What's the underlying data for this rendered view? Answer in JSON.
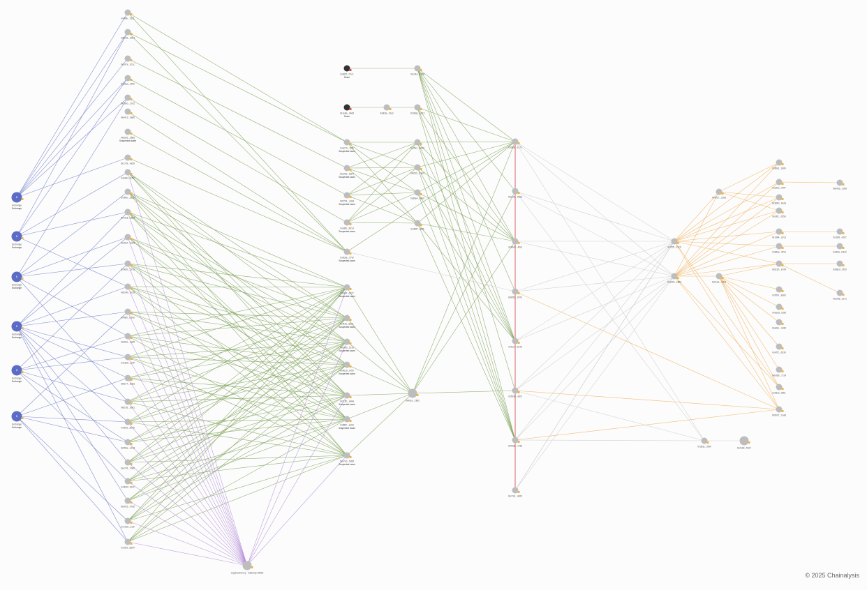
{
  "copyright": "© 2025 Chainalysis",
  "colors": {
    "background": "#fcfcfc",
    "node": "#bdbdbd",
    "exchange": "#5b6cc7",
    "scam": "#333333",
    "badge": "#f0b440",
    "risk_badge": "#d9534f",
    "edge_blue": "#6f7ec9",
    "edge_green": "#7fa35a",
    "edge_purple": "#b58ed9",
    "edge_orange": "#f2b25c",
    "edge_gray": "#cfcfcf",
    "edge_red": "#d84a4a"
  },
  "nodes": [
    {
      "id": "ex1",
      "label": "Exchange",
      "sub": "Exchange",
      "type": "exchange"
    },
    {
      "id": "ex2",
      "label": "Exchange",
      "sub": "Exchange",
      "type": "exchange"
    },
    {
      "id": "ex3",
      "label": "Exchange",
      "sub": "Exchange",
      "type": "exchange"
    },
    {
      "id": "ex4",
      "label": "Exchange",
      "sub": "Exchange",
      "type": "exchange"
    },
    {
      "id": "ex5",
      "label": "Exchange",
      "sub": "Exchange",
      "type": "exchange"
    },
    {
      "id": "ex6",
      "label": "Exchange",
      "sub": "Exchange",
      "type": "exchange"
    },
    {
      "id": "a1",
      "label": "0x4f8b...7d21",
      "type": "addr"
    },
    {
      "id": "a2",
      "label": "0x9c31...a0e4",
      "type": "addr"
    },
    {
      "id": "a3",
      "label": "0x2d7e...b11c",
      "type": "addr"
    },
    {
      "id": "a4",
      "label": "0x81aa...3f09",
      "type": "addr"
    },
    {
      "id": "a5",
      "label": "0x5be0...c7d2",
      "type": "addr"
    },
    {
      "id": "a6",
      "label": "0xe413...9a6b",
      "type": "addr"
    },
    {
      "id": "a7",
      "label": "0x6a02...d58e",
      "sub": "Suspected wallet",
      "type": "addr"
    },
    {
      "id": "a8",
      "label": "0x17c9...4e30",
      "type": "addr"
    },
    {
      "id": "a9",
      "label": "0xb3d4...81f7",
      "type": "addr"
    },
    {
      "id": "a10",
      "label": "0x0f6e...2ac5",
      "type": "addr"
    },
    {
      "id": "a11",
      "label": "0x7d18...e6b9",
      "type": "addr"
    },
    {
      "id": "a12",
      "label": "0xc5a7...0d43",
      "type": "addr"
    },
    {
      "id": "a13",
      "label": "0x3e91...f27a",
      "type": "addr"
    },
    {
      "id": "a14",
      "label": "0x924b...6c18",
      "type": "addr"
    },
    {
      "id": "a15",
      "label": "0x48f0...b39d",
      "type": "addr"
    },
    {
      "id": "a16",
      "label": "0xd62c...1e85",
      "type": "addr"
    },
    {
      "id": "a17",
      "label": "0x1ab5...c04f",
      "type": "addr"
    },
    {
      "id": "a18",
      "label": "0x8e77...5d2a",
      "type": "addr"
    },
    {
      "id": "a19",
      "label": "0x6c03...a9e1",
      "type": "addr"
    },
    {
      "id": "a20",
      "label": "0xf29d...3b76",
      "type": "addr"
    },
    {
      "id": "a21",
      "label": "0x05be...e418",
      "type": "addr"
    },
    {
      "id": "a22",
      "label": "0xa7c6...29d0",
      "type": "addr"
    },
    {
      "id": "a23",
      "label": "0x3b40...f6c3",
      "type": "addr"
    },
    {
      "id": "a24",
      "label": "0xd915...07ab",
      "type": "addr"
    },
    {
      "id": "a25",
      "label": "0x72e8...c15f",
      "type": "addr"
    },
    {
      "id": "a26",
      "label": "0x1f03...8a94",
      "type": "addr"
    },
    {
      "id": "pool",
      "label": "Cryptocurrency - Gateway Wallet",
      "type": "addr",
      "big": true
    },
    {
      "id": "s1",
      "label": "0x9d2f...b7c1",
      "sub": "Scam",
      "type": "scam"
    },
    {
      "id": "s2",
      "label": "0x1e8a...04d6",
      "sub": "Scam",
      "type": "scam"
    },
    {
      "id": "m1",
      "label": "0x6b3e...f0a2",
      "type": "addr"
    },
    {
      "id": "m2",
      "label": "0xc41d...7e58",
      "type": "addr"
    },
    {
      "id": "m3",
      "label": "0x28ab...e913",
      "type": "addr"
    },
    {
      "id": "b1",
      "label": "0x4c70...1fd5",
      "sub": "Suspected scam",
      "type": "addr"
    },
    {
      "id": "b2",
      "label": "0xe9b2...6a07",
      "sub": "Suspected scam",
      "type": "addr"
    },
    {
      "id": "b3",
      "label": "0x57d1...c2e8",
      "sub": "Suspected scam",
      "type": "addr"
    },
    {
      "id": "b4",
      "label": "0xa3f6...9b1d",
      "sub": "Suspected scam",
      "type": "addr"
    },
    {
      "id": "b5",
      "label": "0x0c8e...57af",
      "sub": "Suspected scam",
      "type": "addr"
    },
    {
      "id": "b6",
      "label": "0x7fa1...e032",
      "type": "addr"
    },
    {
      "id": "b7",
      "label": "0xb52c...14e9",
      "type": "addr"
    },
    {
      "id": "b8",
      "label": "0x36e4...a8c0",
      "type": "addr"
    },
    {
      "id": "b9",
      "label": "0xd087...3f5b",
      "type": "addr"
    },
    {
      "id": "c1",
      "label": "0x61bf...d427",
      "sub": "Suspected scam",
      "type": "addr"
    },
    {
      "id": "c2",
      "label": "0xf43a...82e1",
      "sub": "Suspected scam",
      "type": "addr"
    },
    {
      "id": "c3",
      "label": "0x0a9d...5c7e",
      "sub": "Suspected scam",
      "type": "addr"
    },
    {
      "id": "c4",
      "label": "0x9e16...b0f3",
      "sub": "Suspected scam",
      "type": "addr"
    },
    {
      "id": "c5",
      "label": "0x2c5b...e84a",
      "sub": "Suspected scam",
      "type": "addr"
    },
    {
      "id": "c6",
      "label": "0x85f2...1a9d",
      "sub": "Suspected Scam",
      "type": "addr"
    },
    {
      "id": "c7",
      "label": "0xe7a0...6d35",
      "sub": "Suspected scam",
      "type": "addr"
    },
    {
      "id": "hub",
      "label": "0x4d1e...c8b2",
      "type": "addr",
      "big": true
    },
    {
      "id": "d1",
      "label": "0x3a8f...e17c",
      "type": "addr"
    },
    {
      "id": "d2",
      "label": "0xbc04...92d6",
      "type": "addr"
    },
    {
      "id": "d3",
      "label": "0x16e9...4fa3",
      "type": "addr"
    },
    {
      "id": "d4",
      "label": "0x8d52...b07e",
      "type": "addr"
    },
    {
      "id": "d5",
      "label": "0xf1c7...2e48",
      "type": "addr"
    },
    {
      "id": "d6",
      "label": "0x5b3d...a91f",
      "type": "addr"
    },
    {
      "id": "d7",
      "label": "0x09a6...7c35",
      "type": "addr"
    },
    {
      "id": "d8",
      "label": "0xc7e2...d40b",
      "type": "addr"
    },
    {
      "id": "e1",
      "label": "0x72f5...31c9",
      "type": "addr"
    },
    {
      "id": "e2",
      "label": "0xa04b...e86d",
      "type": "addr"
    },
    {
      "id": "e3",
      "label": "0x2e98...5b17",
      "type": "addr",
      "big": true
    },
    {
      "id": "e4",
      "label": "0xd63c...0fa4",
      "type": "addr"
    },
    {
      "id": "f1",
      "label": "0x4b17...c2e5",
      "type": "addr"
    },
    {
      "id": "f2",
      "label": "0x91de...7a03",
      "type": "addr"
    },
    {
      "id": "g1",
      "label": "0x6fa3...1d8b",
      "type": "addr"
    },
    {
      "id": "g2",
      "label": "0xe25c...94f7",
      "type": "addr"
    },
    {
      "id": "g3",
      "label": "0x38b0...6e2a",
      "type": "addr"
    },
    {
      "id": "g4",
      "label": "0xc9f1...0b5d",
      "type": "addr"
    },
    {
      "id": "g5",
      "label": "0x1d64...a7c3",
      "type": "addr"
    },
    {
      "id": "g6",
      "label": "0x83ae...5f19",
      "type": "addr"
    },
    {
      "id": "g7",
      "label": "0x5c20...e7d4",
      "type": "addr"
    },
    {
      "id": "g8",
      "label": "0xf7b9...3a60",
      "type": "addr"
    },
    {
      "id": "g9",
      "label": "0x0e5d...b28f",
      "type": "addr"
    },
    {
      "id": "g10",
      "label": "0xa81c...4e96",
      "type": "addr"
    },
    {
      "id": "g11",
      "label": "0x47f2...d03b",
      "type": "addr"
    },
    {
      "id": "g12",
      "label": "0xbd69...7c14",
      "type": "addr"
    },
    {
      "id": "h1",
      "label": "0x26ca...f851",
      "type": "addr"
    },
    {
      "id": "h2",
      "label": "0x9b07...1ea6",
      "type": "addr"
    },
    {
      "id": "h3",
      "label": "0x64e3...c09d",
      "type": "addr"
    },
    {
      "id": "h4",
      "label": "0xd1f8...42b7",
      "type": "addr"
    },
    {
      "id": "h5",
      "label": "0x3f4a...b6e0",
      "type": "addr"
    },
    {
      "id": "h6",
      "label": "0x8a2d...5f93",
      "type": "addr"
    },
    {
      "id": "h7",
      "label": "0xe0b6...a17c",
      "type": "addr"
    }
  ]
}
